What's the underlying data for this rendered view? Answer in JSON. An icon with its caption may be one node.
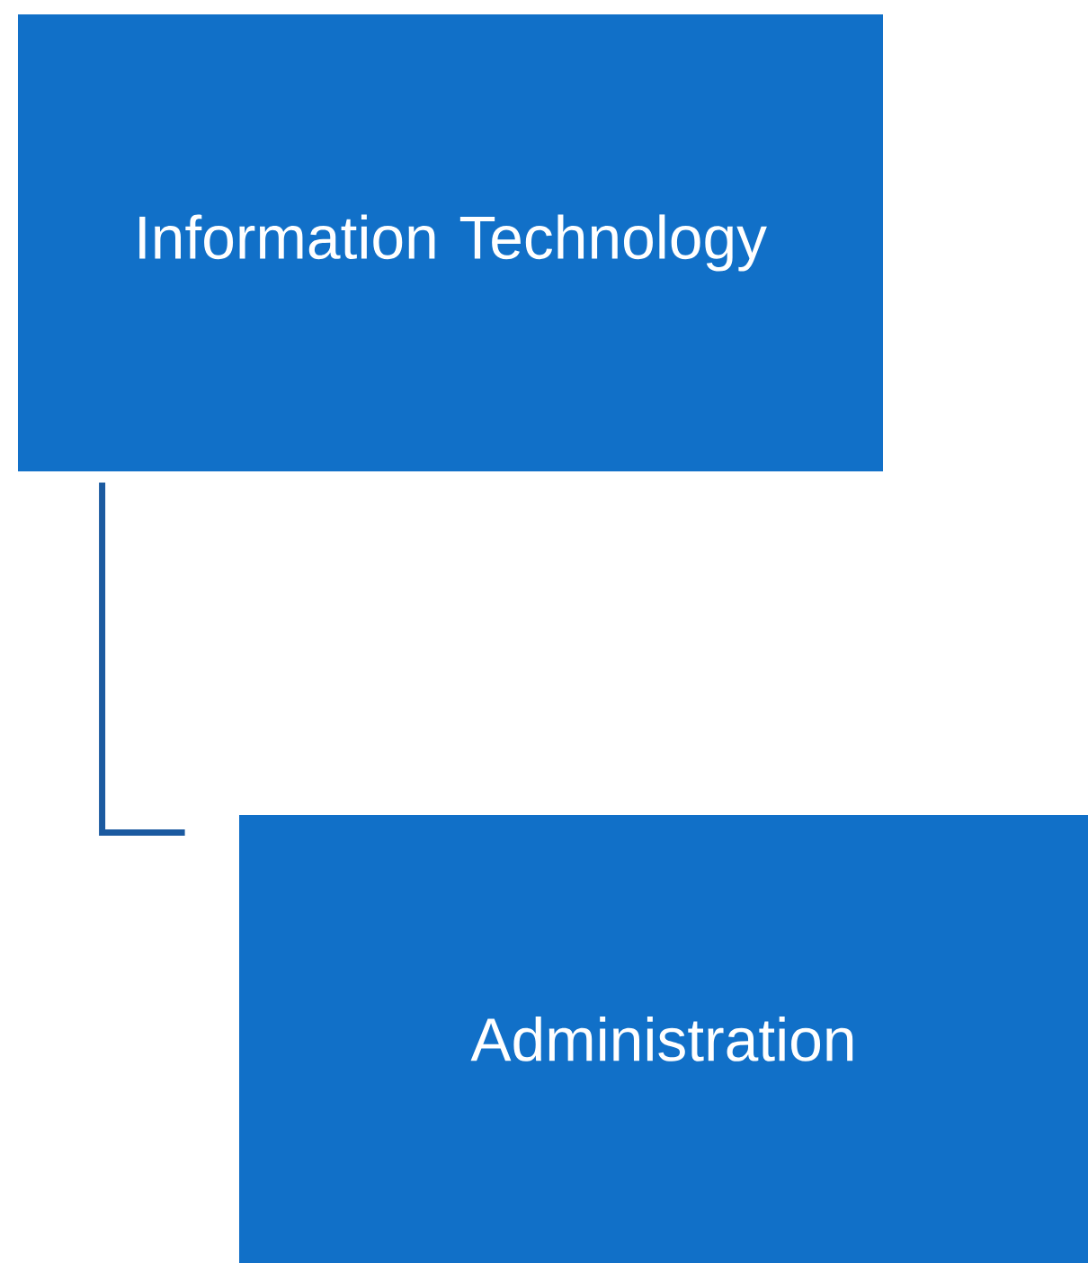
{
  "diagram": {
    "nodes": [
      {
        "text": [
          "Information Technology"
        ]
      },
      {
        "text": [
          "Administration"
        ]
      }
    ],
    "edges": [
      {
        "from": 0,
        "to": 1,
        "arrow": "none"
      }
    ]
  }
}
